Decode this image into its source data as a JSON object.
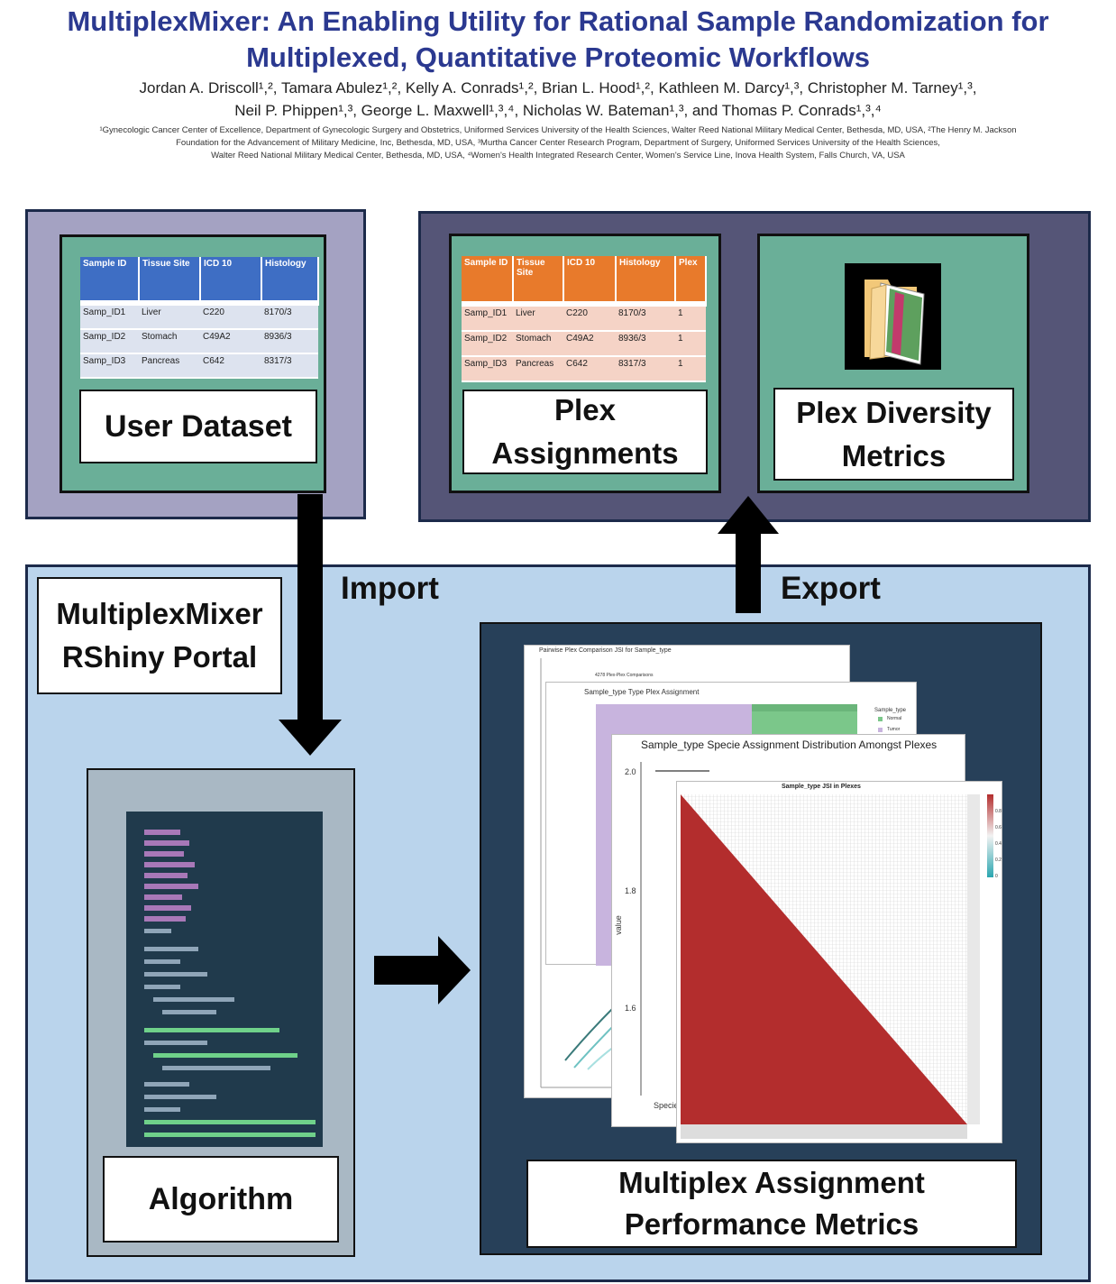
{
  "header": {
    "title_line1": "MultiplexMixer: An Enabling Utility for Rational Sample Randomization for",
    "title_line2": "Multiplexed, Quantitative Proteomic Workflows",
    "authors_line1": "Jordan A. Driscoll¹,², Tamara Abulez¹,², Kelly A. Conrads¹,², Brian L. Hood¹,², Kathleen M. Darcy¹,³, Christopher M. Tarney¹,³,",
    "authors_line2": "Neil P. Phippen¹,³, George L. Maxwell¹,³,⁴, Nicholas W. Bateman¹,³, and Thomas P. Conrads¹,³,⁴",
    "affil_line1": "¹Gynecologic Cancer Center of Excellence, Department of Gynecologic Surgery and Obstetrics, Uniformed Services University of the Health Sciences, Walter Reed National Military Medical Center, Bethesda, MD, USA, ²The Henry M. Jackson",
    "affil_line2": "Foundation for the Advancement of Military Medicine, Inc, Bethesda, MD, USA, ³Murtha Cancer Center Research Program, Department of Surgery, Uniformed Services University of the Health Sciences,",
    "affil_line3": "Walter Reed National Military Medical Center, Bethesda, MD, USA, ⁴Women's Health Integrated Research Center, Women's Service Line, Inova Health System, Falls Church, VA, USA"
  },
  "user_dataset": {
    "label": "User Dataset",
    "columns": [
      "Sample ID",
      "Tissue Site",
      "ICD 10",
      "Histology"
    ],
    "rows": [
      [
        "Samp_ID1",
        "Liver",
        "C220",
        "8170/3"
      ],
      [
        "Samp_ID2",
        "Stomach",
        "C49A2",
        "8936/3"
      ],
      [
        "Samp_ID3",
        "Pancreas",
        "C642",
        "8317/3"
      ]
    ]
  },
  "plex_assignments": {
    "label_line1": "Plex",
    "label_line2": "Assignments",
    "columns": [
      "Sample ID",
      "Tissue Site",
      "ICD 10",
      "Histology",
      "Plex"
    ],
    "rows": [
      [
        "Samp_ID1",
        "Liver",
        "C220",
        "8170/3",
        "1"
      ],
      [
        "Samp_ID2",
        "Stomach",
        "C49A2",
        "8936/3",
        "1"
      ],
      [
        "Samp_ID3",
        "Pancreas",
        "C642",
        "8317/3",
        "1"
      ]
    ]
  },
  "plex_diversity": {
    "label_line1": "Plex Diversity",
    "label_line2": "Metrics"
  },
  "flow": {
    "import_label": "Import",
    "export_label": "Export"
  },
  "portal": {
    "label_line1": "MultiplexMixer",
    "label_line2": "RShiny Portal"
  },
  "algorithm": {
    "label": "Algorithm"
  },
  "performance": {
    "label_line1": "Multiplex Assignment",
    "label_line2": "Performance Metrics",
    "plot1_title": "Pairwise Plex Comparison JSI for Sample_type",
    "plot1_legend": "4278 Plex-Plex Comparisons",
    "plot2_title": "Sample_type Type Plex Assignment",
    "plot2_legend_title": "Sample_type",
    "plot2_legend_items": [
      "Normal",
      "Tumor"
    ],
    "plot3_title": "Sample_type Specie Assignment Distribution Amongst Plexes",
    "plot3_ylabel": "value",
    "plot3_ticks": [
      "2.0",
      "1.8",
      "1.6"
    ],
    "plot3_xlabel": "Specie",
    "plot4_title": "Sample_type JSI in Plexes",
    "plot4_scale": [
      "0.8",
      "0.6",
      "0.4",
      "0.2",
      "0"
    ]
  },
  "colors": {
    "title_blue": "#2b3990",
    "panel_green": "#6aaf98",
    "left_panel": "#a4a2c2",
    "right_panel": "#555577",
    "portal_bg": "#bad4ec",
    "perf_bg": "#274059",
    "algo_bg": "#a9b8c4",
    "heatmap_red": "#b32d2d"
  }
}
